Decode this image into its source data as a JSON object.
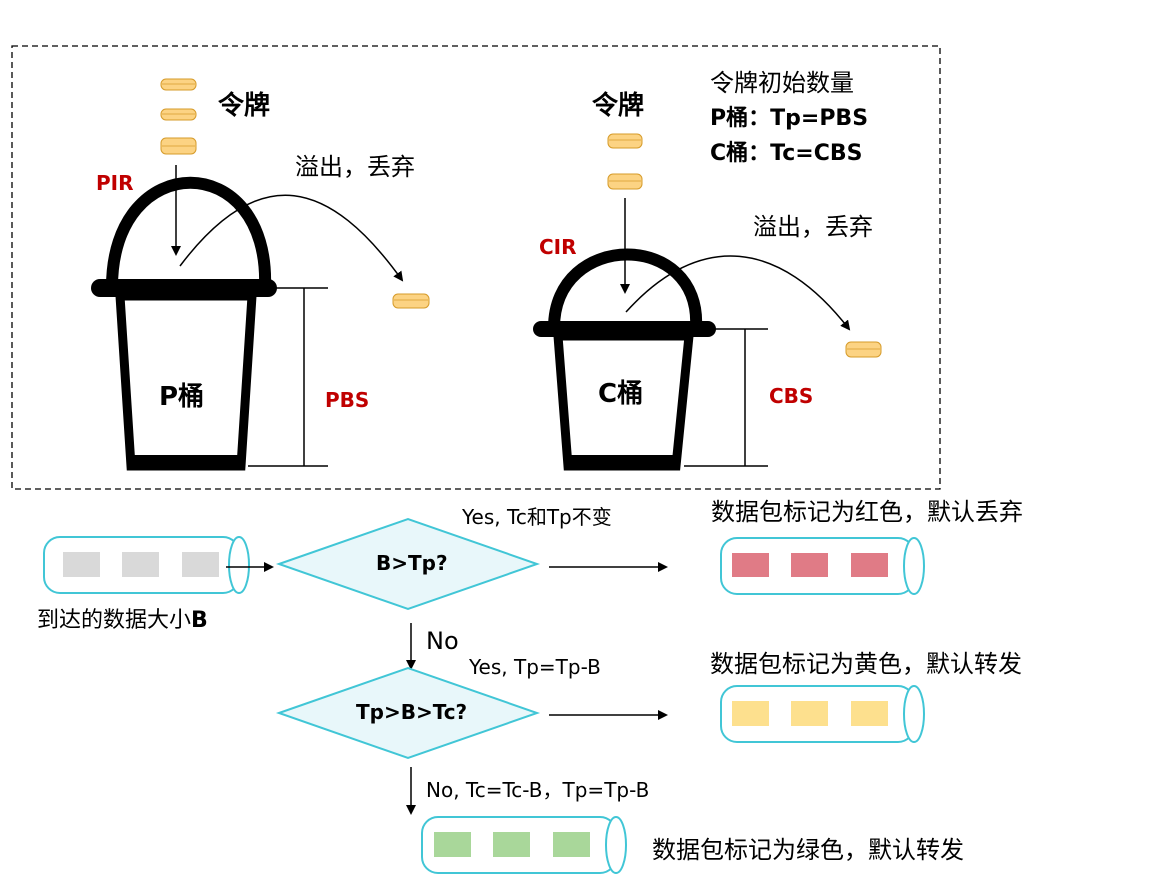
{
  "top_panel": {
    "left_bucket": {
      "token_label": "令牌",
      "rate_label": "PIR",
      "overflow_label": "溢出，丢弃",
      "bucket_name": "P桶",
      "size_label": "PBS"
    },
    "right_bucket": {
      "token_label": "令牌",
      "rate_label": "CIR",
      "overflow_label": "溢出，丢弃",
      "bucket_name": "C桶",
      "size_label": "CBS"
    },
    "init_info": {
      "title": "令牌初始数量",
      "line_p": "P桶：Tp=PBS",
      "line_c": "C桶：Tc=CBS"
    }
  },
  "flow": {
    "arrival_label_prefix": "到达的数据大小",
    "arrival_label_var": "B",
    "decision1": "B>Tp?",
    "decision1_yes": "Yes, Tc和Tp不变",
    "decision1_no": "No",
    "result_red": "数据包标记为红色，默认丢弃",
    "decision2": "Tp>B>Tc?",
    "decision2_yes": "Yes, Tp=Tp-B",
    "decision2_no": "No, Tc=Tc-B，Tp=Tp-B",
    "result_yellow": "数据包标记为黄色，默认转发",
    "result_green": "数据包标记为绿色，默认转发"
  },
  "colors": {
    "token": "#fcd383",
    "token_stroke": "#d69b2a",
    "pipe_stroke": "#41c6d6",
    "pipe_fill": "#ffffff",
    "decision_fill": "#e8f7fa",
    "packet_gray": "#d9d9d9",
    "packet_red": "#e07b86",
    "packet_yellow": "#fde08e",
    "packet_green": "#a9d79a",
    "label_red": "#c00000"
  }
}
